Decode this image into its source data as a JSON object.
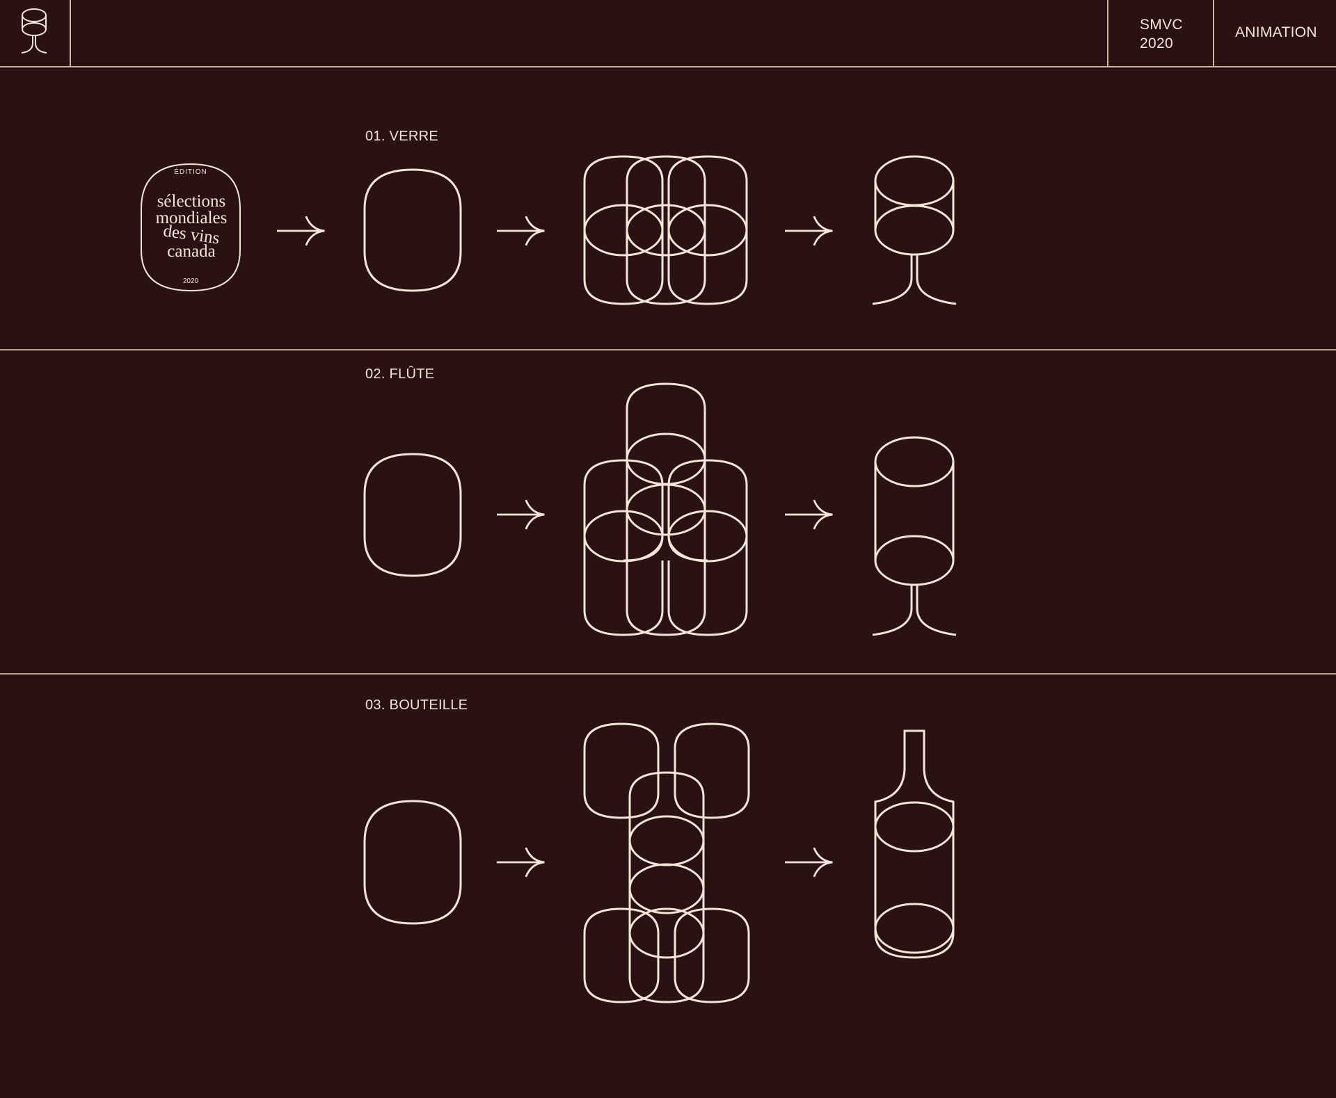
{
  "header": {
    "logo_icon": "wine-glass-icon",
    "project": "SMVC",
    "year": "2020",
    "nav_animation": "ANIMATION"
  },
  "badge": {
    "edition": "ÉDITION",
    "line1": "sélections",
    "line2": "mondiales",
    "line3": "des vins",
    "line4": "canada",
    "year": "2020"
  },
  "sections": [
    {
      "label": "01. VERRE"
    },
    {
      "label": "02. FLÛTE"
    },
    {
      "label": "03. BOUTEILLE"
    }
  ],
  "colors": {
    "background": "#2a1212",
    "line": "#f3e6d8",
    "divider": "#b8a291"
  }
}
